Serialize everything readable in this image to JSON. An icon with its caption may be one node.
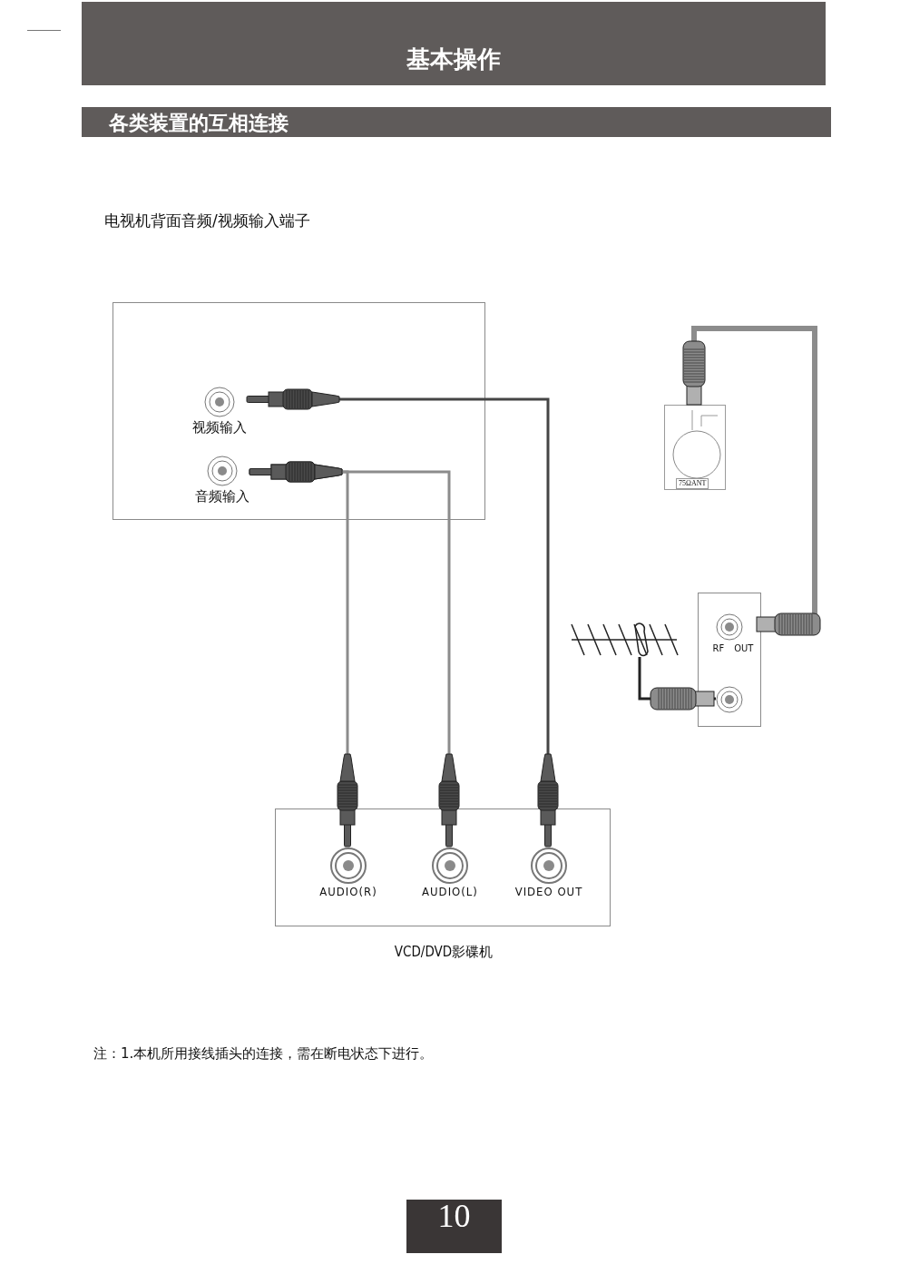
{
  "diagram": {
    "title": "基本操作",
    "nodes": [
      {
        "text": [],
        "shape": "box"
      },
      {
        "text": [
          "视频输入"
        ],
        "in": 0
      },
      {
        "text": [
          "音频输入"
        ],
        "in": 0
      },
      {
        "text": [
          "VCD/DVD影碟机"
        ]
      },
      {
        "text": [
          "AUDIO(R)"
        ],
        "in": 3
      },
      {
        "text": [
          "AUDIO(L)"
        ],
        "in": 3
      },
      {
        "text": [
          "VIDEO OUT"
        ],
        "in": 3
      },
      {
        "text": [
          "75ΩANT"
        ]
      },
      {
        "text": [],
        "shape": "box"
      },
      {
        "text": [
          "RF OUT"
        ],
        "in": 8
      },
      {
        "text": [],
        "shape": "circle",
        "in": 8
      },
      {
        "text": [],
        "shape": "picture"
      }
    ],
    "edges": [
      {
        "from": 2,
        "to": 4,
        "arrow": "none"
      },
      {
        "from": 2,
        "to": 5,
        "arrow": "none"
      },
      {
        "from": 1,
        "to": 6,
        "arrow": "none",
        "color": "#454545"
      },
      {
        "from": 9,
        "to": 7,
        "arrow": "other",
        "style": "thick"
      },
      {
        "from": 11,
        "to": 10,
        "arrow": "other",
        "color": "#222222"
      }
    ],
    "labels": [
      "各类装置的互相连接",
      "电视机背面音频/视频输入端子",
      "注：1.本机所用接线插头的连接，需在断电状态下进行。",
      "10"
    ]
  }
}
